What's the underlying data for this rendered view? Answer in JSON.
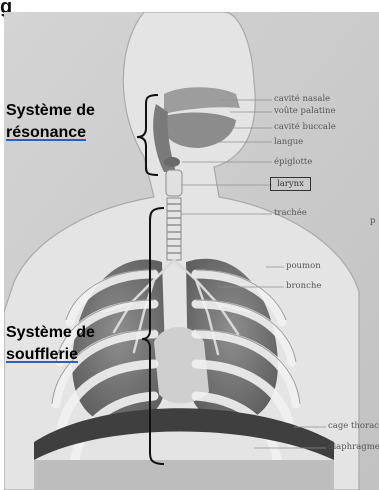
{
  "top_fragment": "g",
  "groups": {
    "resonance": {
      "line1": "Système de",
      "line2": "résonance"
    },
    "soufflerie": {
      "line1": "Système de",
      "line2": "soufflerie"
    }
  },
  "labels": {
    "cavite_nasale": "cavité nasale",
    "voute_palatine": "voûte palatine",
    "cavite_buccale": "cavité buccale",
    "langue": "langue",
    "epiglotte": "épiglotte",
    "larynx": "larynx",
    "trachee": "trachée",
    "poumon": "poumon",
    "bronche": "bronche",
    "cage_thoracique": "cage thoraciq",
    "diaphragme": "diaphragme",
    "margin_letter": "p"
  }
}
